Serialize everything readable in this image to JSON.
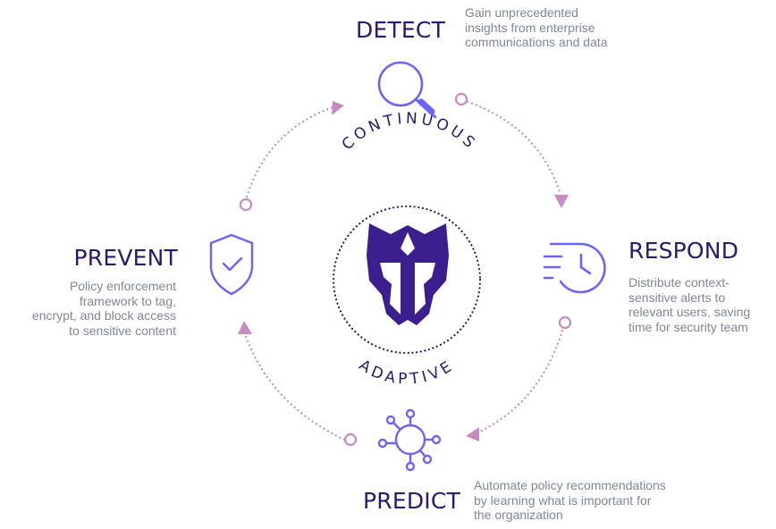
{
  "center": {
    "top_text": "CONTINUOUS",
    "bottom_text": "ADAPTIVE",
    "logo_icon": "helmet-logo-icon"
  },
  "stages": {
    "detect": {
      "title": "DETECT",
      "description": "Gain unprecedented\ninsights from enterprise\ncommunications and data",
      "icon": "magnifier-icon"
    },
    "respond": {
      "title": "RESPOND",
      "description": "Distribute context-\nsensitive alerts to\nrelevant users, saving\ntime for security team",
      "icon": "clock-alert-icon"
    },
    "predict": {
      "title": "PREDICT",
      "description": "Automate policy recommendations\nby learning what is important for\nthe organization",
      "icon": "network-node-icon"
    },
    "prevent": {
      "title": "PREVENT",
      "description": "Policy enforcement\nframework to tag,\nencrypt, and block access\nto sensitive content",
      "icon": "shield-check-icon"
    }
  },
  "colors": {
    "title": "#2a1a6e",
    "description": "#7f8796",
    "icon": "#6c63ff",
    "cycle": "#c98ac2",
    "logo": "#3b1f8f"
  }
}
